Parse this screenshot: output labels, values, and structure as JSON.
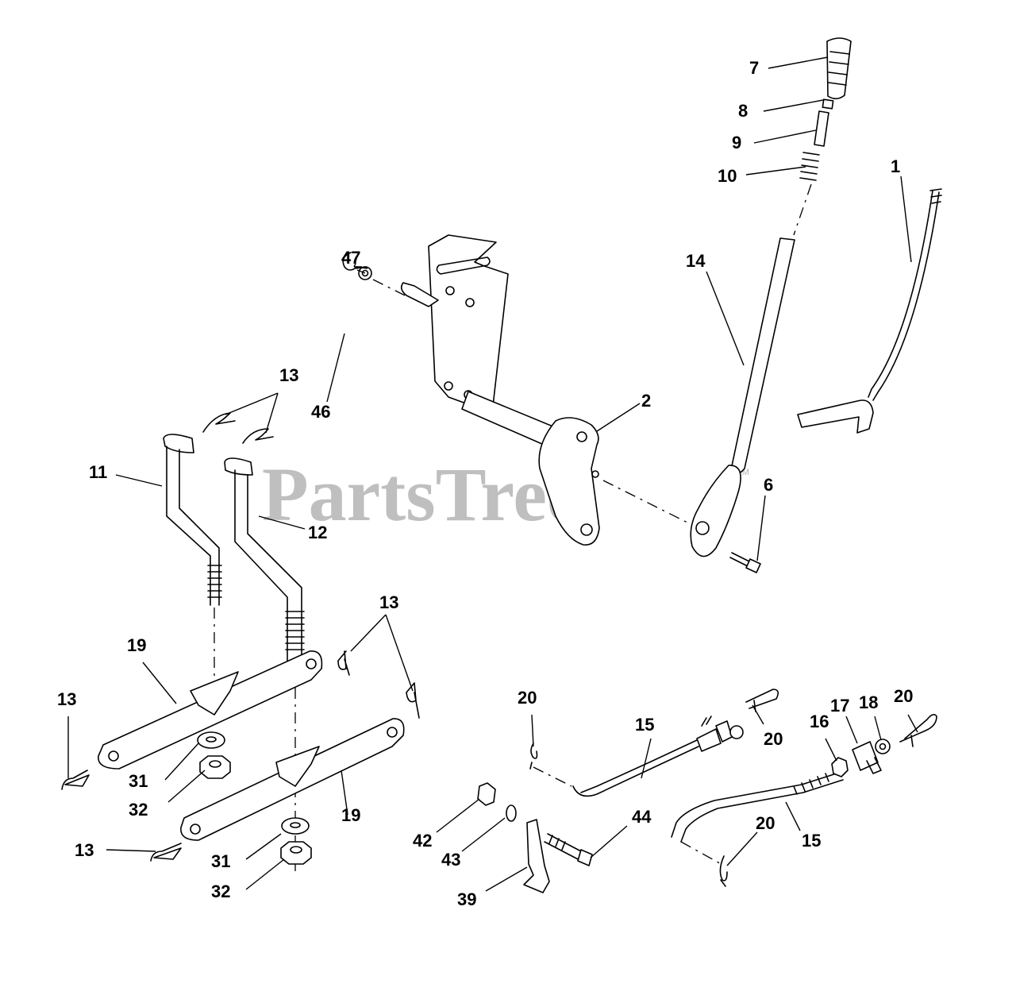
{
  "watermark": {
    "text": "PartsTree",
    "tm": "TM",
    "color": "#b4b4b4"
  },
  "callouts": {
    "c7": "7",
    "c8": "8",
    "c9": "9",
    "c10": "10",
    "c1": "1",
    "c14": "14",
    "c47": "47",
    "c46": "46",
    "c13a": "13",
    "c2": "2",
    "c6": "6",
    "c11": "11",
    "c12": "12",
    "c13b": "13",
    "c19a": "19",
    "c13c": "13",
    "c31a": "31",
    "c32a": "32",
    "c19b": "19",
    "c13d": "13",
    "c31b": "31",
    "c32b": "32",
    "c20a": "20",
    "c15a": "15",
    "c20b": "20",
    "c16": "16",
    "c17": "17",
    "c18": "18",
    "c20c": "20",
    "c42": "42",
    "c43": "43",
    "c44": "44",
    "c39": "39",
    "c20d": "20",
    "c15b": "15"
  }
}
